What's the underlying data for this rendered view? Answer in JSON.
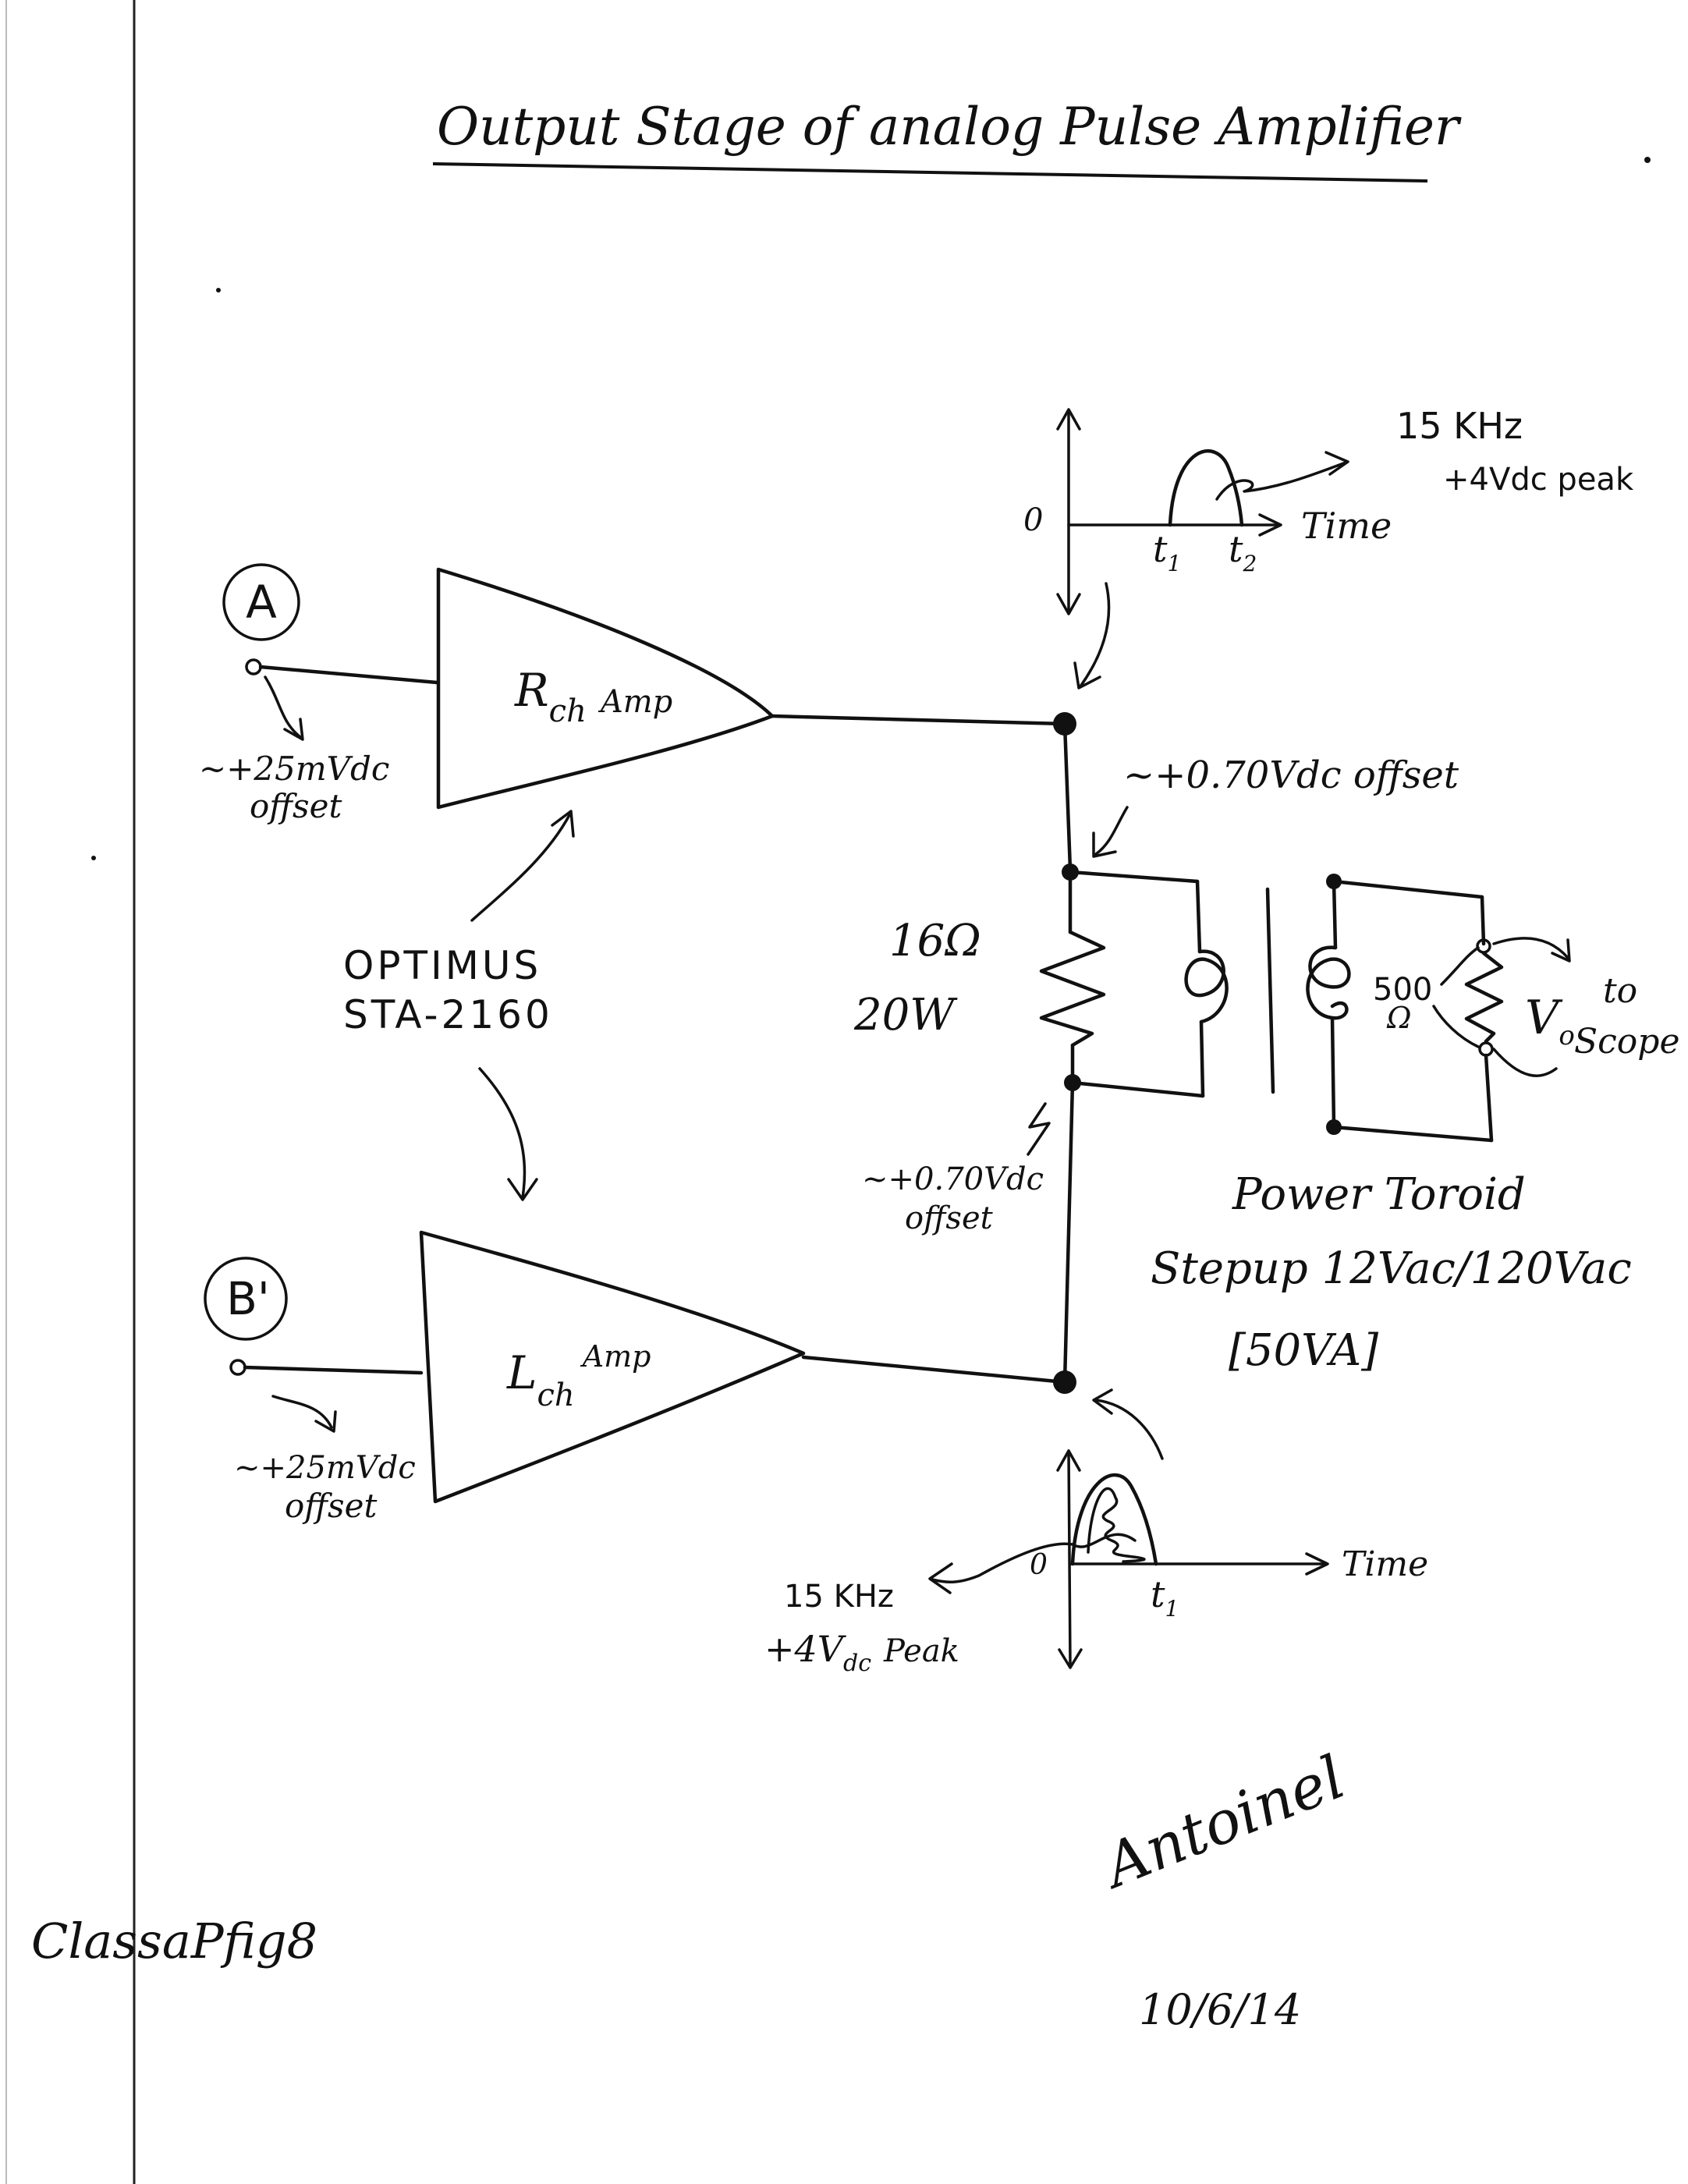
{
  "title": "Output Stage of analog Pulse Amplifier",
  "inputs": {
    "a": {
      "label": "A",
      "offset_value": "~+25mVdc",
      "offset_word": "offset"
    },
    "b": {
      "label": "B'",
      "offset_value": "~+25mVdc",
      "offset_word": "offset"
    }
  },
  "amplifiers": {
    "right": {
      "main": "R",
      "sub": "ch",
      "suffix": "Amp"
    },
    "left": {
      "main": "L",
      "sub": "ch",
      "suffix": "Amp"
    },
    "model_line1": "OPTIMUS",
    "model_line2": "STA-2160"
  },
  "resistor": {
    "value": "16Ω",
    "power": "20W"
  },
  "offsets": {
    "top": "~+0.70Vdc offset",
    "bottom_value": "~+0.70Vdc",
    "bottom_word": "offset"
  },
  "load": {
    "value_top": "500",
    "value_unit": "Ω",
    "vo_main": "V",
    "vo_sub": "o",
    "to": "to",
    "scope": "Scope"
  },
  "transformer": {
    "line1": "Power Toroid",
    "line2": "Stepup 12Vac/120Vac",
    "line3": "[50VA]"
  },
  "top_graph": {
    "freq": "15 KHz",
    "peak": "+4Vdc peak",
    "origin": "0",
    "t1": "t",
    "t1_sub": "1",
    "t2": "t",
    "t2_sub": "2",
    "axis": "Time"
  },
  "bottom_graph": {
    "freq": "15 KHz",
    "peak_main": "+4V",
    "peak_sub": "dc",
    "peak_word": "Peak",
    "origin": "0",
    "t1": "t",
    "t1_sub": "1",
    "axis": "Time"
  },
  "figure_id": "ClassaPfig8",
  "signature": "Antoinel",
  "date": "10/6/14"
}
